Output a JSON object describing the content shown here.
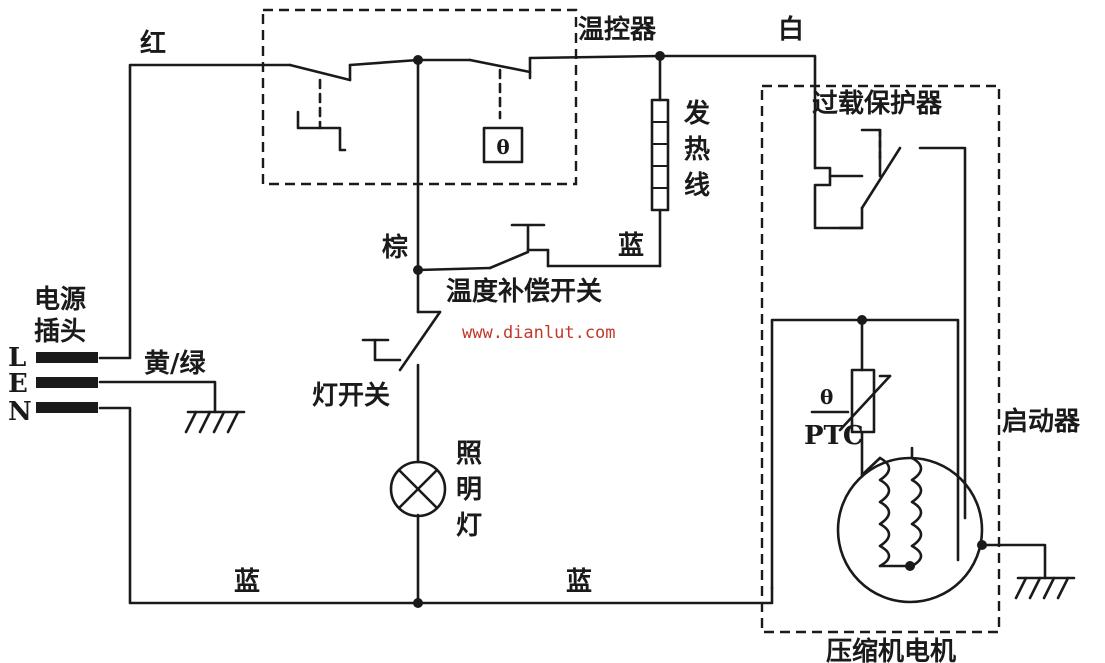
{
  "labels": {
    "thermostat": "温控器",
    "white": "白",
    "red": "红",
    "overload_protector": "过载保护器",
    "heater_wire": [
      "发",
      "热",
      "线"
    ],
    "brown": "棕",
    "blue_top": "蓝",
    "temp_comp_switch": "温度补偿开关",
    "website": "www.dianlut.com",
    "power_plug": [
      "电源",
      "插头"
    ],
    "pin_l": "L",
    "pin_e": "E",
    "pin_n": "N",
    "yellow_green": "黄/绿",
    "light_switch": "灯开关",
    "lamp": [
      "照",
      "明",
      "灯"
    ],
    "theta_small": "θ",
    "theta_box": "θ",
    "ptc": "PTC",
    "starter": "启动器",
    "blue_bottom_left": "蓝",
    "blue_bottom_mid": "蓝",
    "compressor_motor": "压缩机电机"
  }
}
